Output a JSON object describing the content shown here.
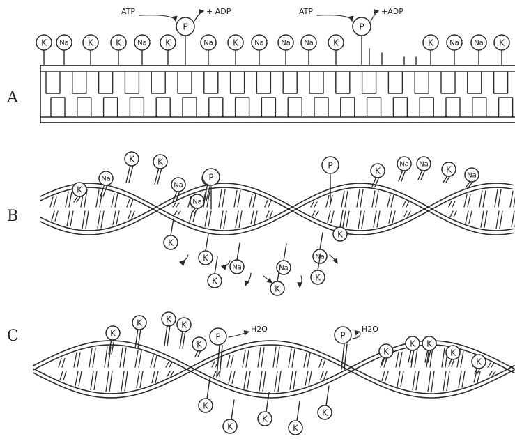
{
  "panels": [
    {
      "label": "A",
      "top_row_ions": [
        "K",
        "Na",
        "K",
        "K",
        "Na",
        "K",
        "Na",
        "K",
        "Na",
        "Na",
        "Na",
        "K",
        "K",
        "Na",
        "Na",
        "K"
      ],
      "reactions": [
        {
          "reactant": "ATP",
          "group": "P",
          "product": "+ ADP"
        },
        {
          "reactant": "ATP",
          "group": "P",
          "product": "+ADP"
        }
      ]
    },
    {
      "label": "B",
      "upper_ions": [
        "K",
        "Na",
        "K",
        "K",
        "Na",
        "Na",
        "K",
        "P",
        "P",
        "K",
        "Na",
        "Na",
        "K",
        "Na"
      ],
      "lower_ions": [
        "K",
        "K",
        "Na",
        "K",
        "Na",
        "Na",
        "K",
        "K",
        "K"
      ]
    },
    {
      "label": "C",
      "upper_ions": [
        "K",
        "K",
        "K",
        "K",
        "K",
        "P",
        "P",
        "K",
        "K",
        "K",
        "K",
        "K"
      ],
      "lower_ions": [
        "K",
        "K",
        "K",
        "K",
        "K"
      ],
      "water_labels": [
        "H2O",
        "H2O"
      ]
    }
  ]
}
